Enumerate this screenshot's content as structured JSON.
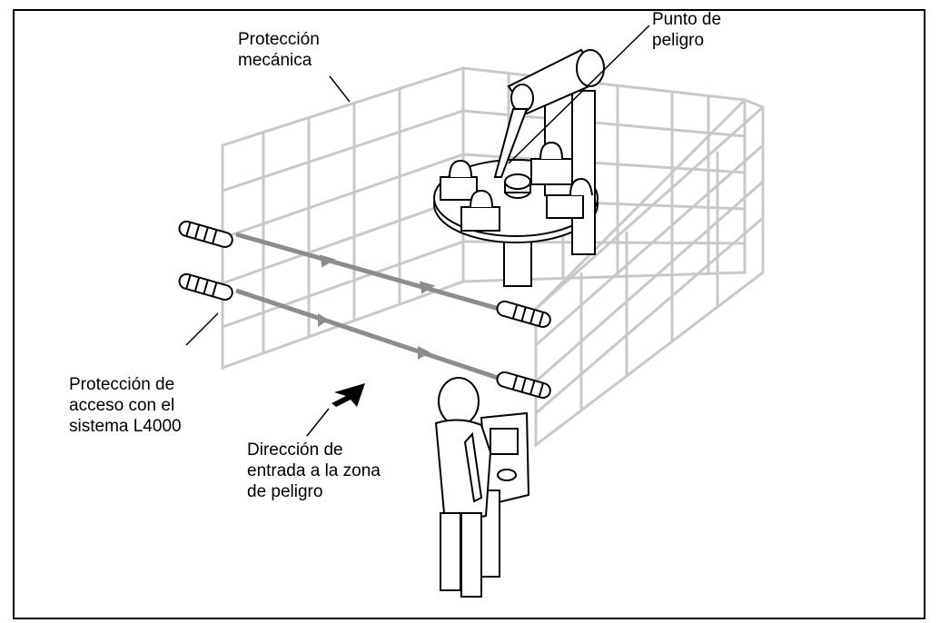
{
  "labels": {
    "mechanical_protection": "Protección\nmecánica",
    "danger_point": "Punto de\npeligro",
    "access_protection": "Protección de\nacceso con el\nsistema L4000",
    "entry_direction": "Dirección de\nentrada a la zona\nde peligro"
  },
  "colors": {
    "grid": "#c8c8c8",
    "beam": "#8c8c8c",
    "ink": "#000000"
  }
}
